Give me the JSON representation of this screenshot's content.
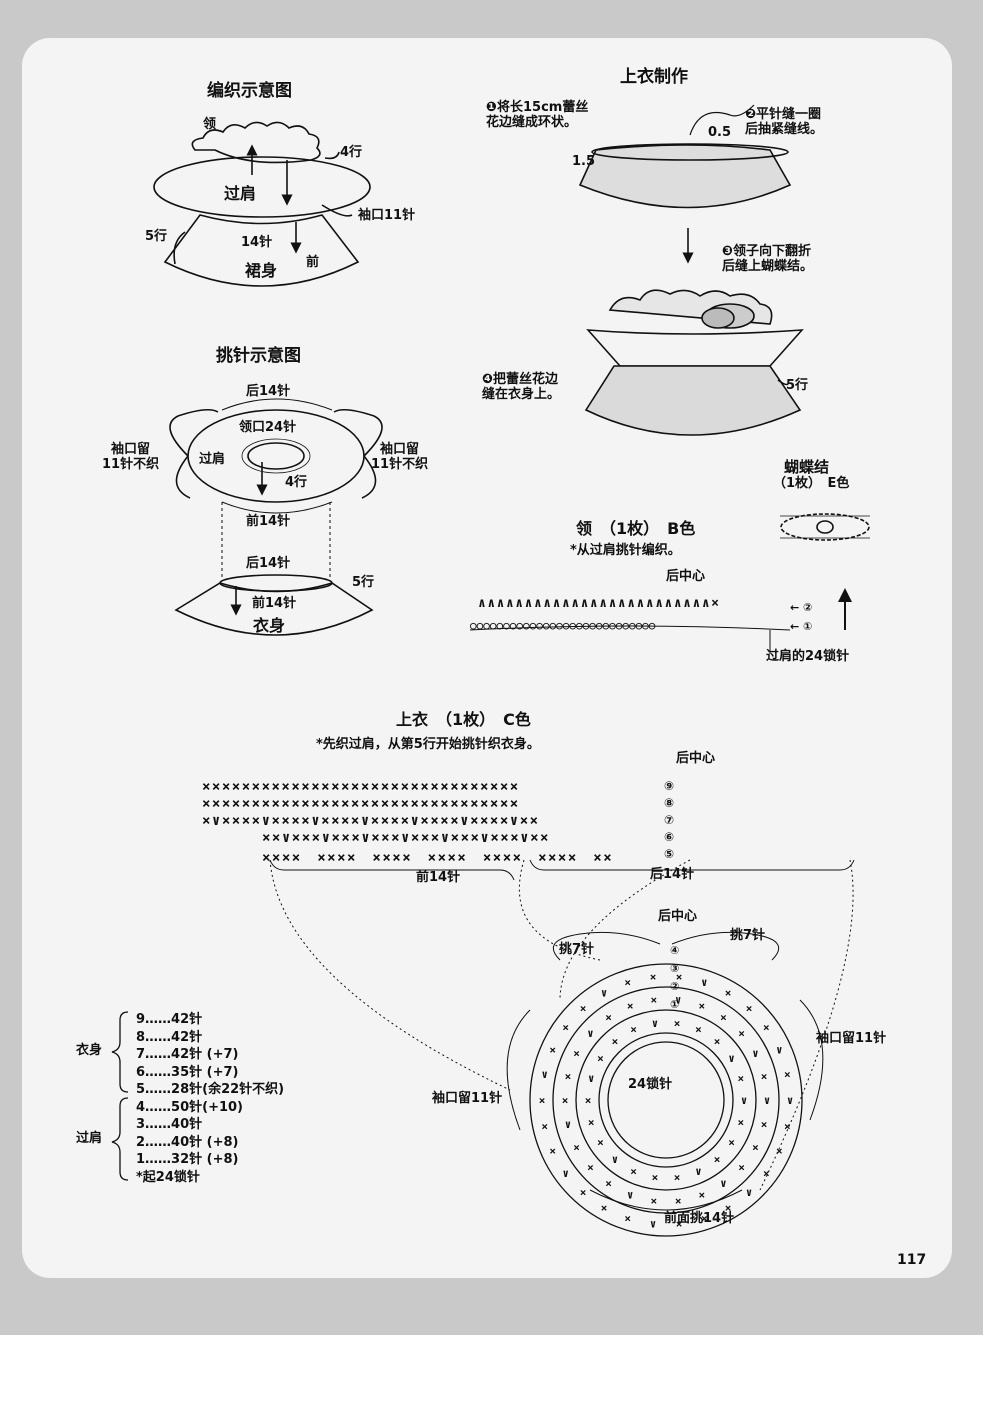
{
  "knit_diagram": {
    "title": "编织示意图",
    "collar": "领",
    "rows_4": "4行",
    "yoke": "过肩",
    "cuff": "袖口11针",
    "rows_5": "5行",
    "st14": "14针",
    "front": "前",
    "skirt": "裙身"
  },
  "pickup_diagram": {
    "title": "挑针示意图",
    "back14_top": "后14针",
    "neck24": "领口24针",
    "cuff_left": "袖口留\n11针不织",
    "cuff_right": "袖口留\n11针不织",
    "yoke": "过肩",
    "rows_4": "4行",
    "front14": "前14针",
    "back14_low": "后14针",
    "rows_5": "5行",
    "front14_low": "前14针",
    "body": "衣身"
  },
  "top_making": {
    "title": "上衣制作",
    "step1": "❶将长15cm蕾丝\n花边缝成环状。",
    "step2": "❷平针缝一圈\n后抽紧缝线。",
    "m05": "0.5",
    "m15": "1.5",
    "step3": "❸领子向下翻折\n后缝上蝴蝶结。",
    "step4": "❹把蕾丝花边\n缝在衣身上。",
    "rows_5": "5行"
  },
  "bow": {
    "title": "蝴蝶结",
    "sub": "（1枚）　E色"
  },
  "collar_chart": {
    "title": "领　（1枚）　B色",
    "note": "*从过肩挑针编织。",
    "back_center": "后中心",
    "row2": "← ②",
    "row1": "← ①",
    "chain_label": "过肩的24锁针"
  },
  "top_chart": {
    "title": "上衣　（1枚）　C色",
    "note": "*先织过肩，从第5行开始挑针织衣身。",
    "back_center": "后中心",
    "rows": [
      "××××××××××××××××××××××××××××××××",
      "××××××××××××××××××××××××××××××××",
      "×∨××××∨××××∨××××∨××××∨××××∨××××∨××",
      "××∨×××∨×××∨×××∨×××∨×××∨×××∨××",
      "××××　××××　××××　××××　××××　××××　××"
    ],
    "row_nums": [
      "⑨",
      "⑧",
      "⑦",
      "⑥",
      "⑤"
    ],
    "front14": "前14针",
    "back14": "后14针",
    "circle_back_center": "后中心",
    "pick7_left": "挑7针",
    "pick7_right": "挑7针",
    "cuff_right": "袖口留11针",
    "cuff_left": "袖口留11针",
    "chain24": "24锁针",
    "front_pick14": "前面挑14针",
    "ring_nums": [
      "④",
      "③",
      "②",
      "①"
    ]
  },
  "stitch_list": {
    "body_label": "衣身",
    "yoke_label": "过肩",
    "items": [
      "9……42针",
      "8……42针",
      "7……42针 (+7)",
      "6……35针  (+7)",
      "5……28针(余22针不织)",
      "4……50针(+10)",
      "3……40针",
      "2……40针 (+8)",
      "1……32针 (+8)",
      "*起24锁针"
    ]
  },
  "page_number": "117"
}
